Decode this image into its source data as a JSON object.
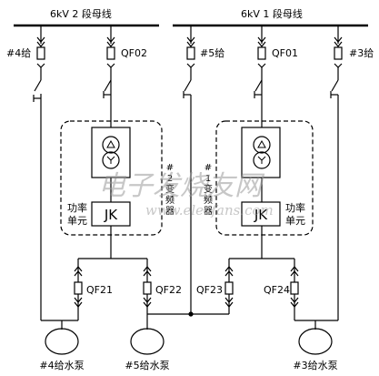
{
  "buses": {
    "left": "6kV 2 段母线",
    "right": "6kV 1 段母线"
  },
  "feeders": {
    "f4": "#4给",
    "f5": "#5给",
    "f3": "#3给"
  },
  "breakers": {
    "qf02": "QF02",
    "qf01": "QF01",
    "qf21": "QF21",
    "qf22": "QF22",
    "qf23": "QF23",
    "qf24": "QF24"
  },
  "converters": {
    "left": {
      "unit_line1": "功率",
      "unit_line2": "单元",
      "jk": "JK",
      "vertical": [
        "#",
        "2",
        "变",
        "频",
        "器"
      ]
    },
    "right": {
      "unit_line1": "功率",
      "unit_line2": "单元",
      "jk": "JK",
      "vertical": [
        "#",
        "1",
        "变",
        "频",
        "器"
      ]
    }
  },
  "pumps": {
    "p4": "#4给水泵",
    "p5": "#5给水泵",
    "p3": "#3给水泵"
  },
  "watermark": {
    "cn": "电子发烧友网",
    "url": "www.elecfans.com"
  }
}
